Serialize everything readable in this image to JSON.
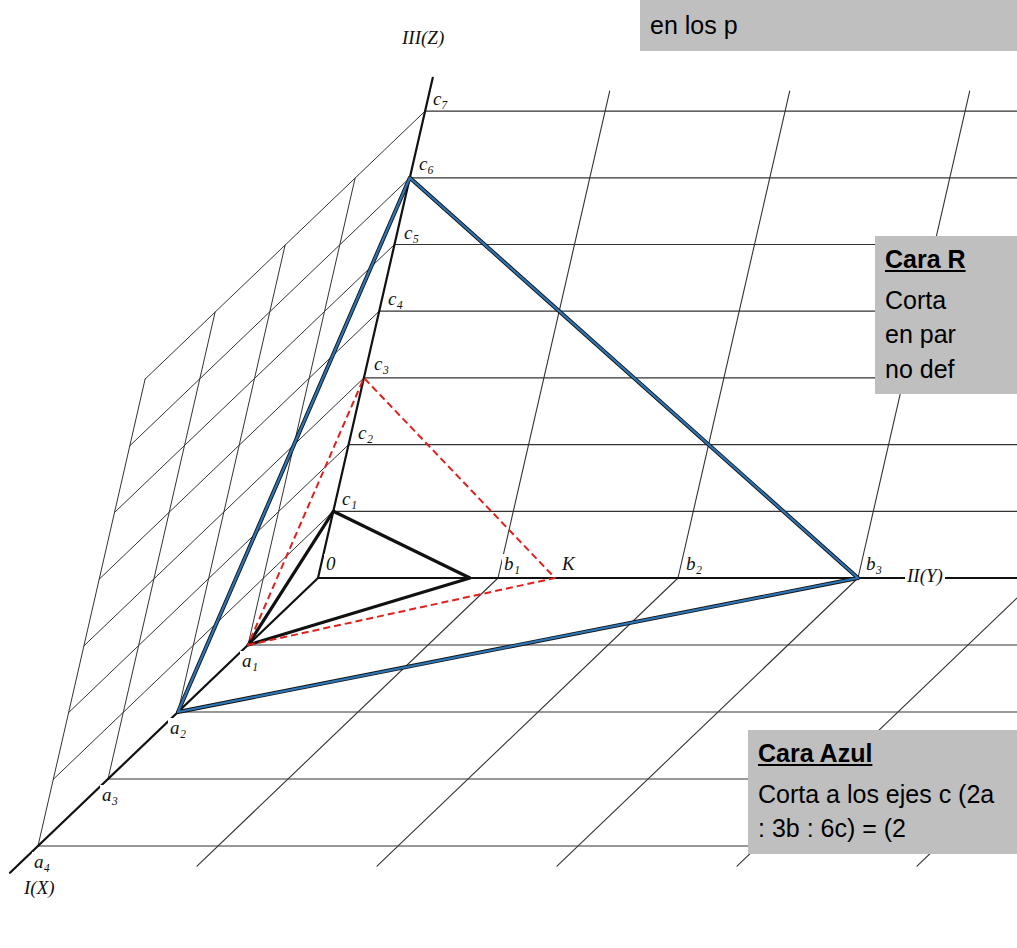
{
  "diagram": {
    "nodes": [
      {
        "text": [
          "en los p"
        ]
      },
      {
        "text": [
          "Cara R",
          "Corta en par no def"
        ]
      },
      {
        "text": [
          "Cara Azul",
          "Corta a los ejes c (2a : 3b : 6c) = (2"
        ]
      }
    ],
    "labels": [
      "III(Z)",
      "c₇",
      "c₆",
      "c₅",
      "c₄",
      "c₃",
      "c₂",
      "c₁",
      "0",
      "b₁",
      "K",
      "b₂",
      "b₃",
      "II(Y)",
      "a₁",
      "a₂",
      "a₃",
      "a₄",
      "I(X)"
    ]
  }
}
